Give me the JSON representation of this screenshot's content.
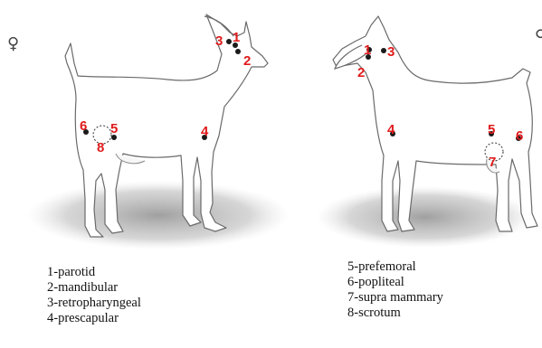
{
  "female_symbol": "♀",
  "male_symbol_partial": "♂",
  "accent_color": "#e01b1b",
  "node_color": "#1a1a1a",
  "female_goat": {
    "markers": [
      {
        "label": "3",
        "node": "3"
      },
      {
        "label": "1",
        "node": "1"
      },
      {
        "label": "2",
        "node": "2"
      },
      {
        "label": "6",
        "node": "6"
      },
      {
        "label": "5",
        "node": "5"
      },
      {
        "label": "8",
        "node": "8"
      },
      {
        "label": "4",
        "node": "4"
      }
    ]
  },
  "male_goat": {
    "markers": [
      {
        "label": "1",
        "node": "1"
      },
      {
        "label": "3",
        "node": "3"
      },
      {
        "label": "2",
        "node": "2"
      },
      {
        "label": "4",
        "node": "4"
      },
      {
        "label": "5",
        "node": "5"
      },
      {
        "label": "6",
        "node": "6"
      },
      {
        "label": "7",
        "node": "7"
      }
    ]
  },
  "legend_left": [
    "1-parotid",
    "2-mandibular",
    "3-retropharyngeal",
    "4-prescapular"
  ],
  "legend_right": [
    "5-prefemoral",
    "6-popliteal",
    "7-supra mammary",
    "8-scrotum"
  ]
}
